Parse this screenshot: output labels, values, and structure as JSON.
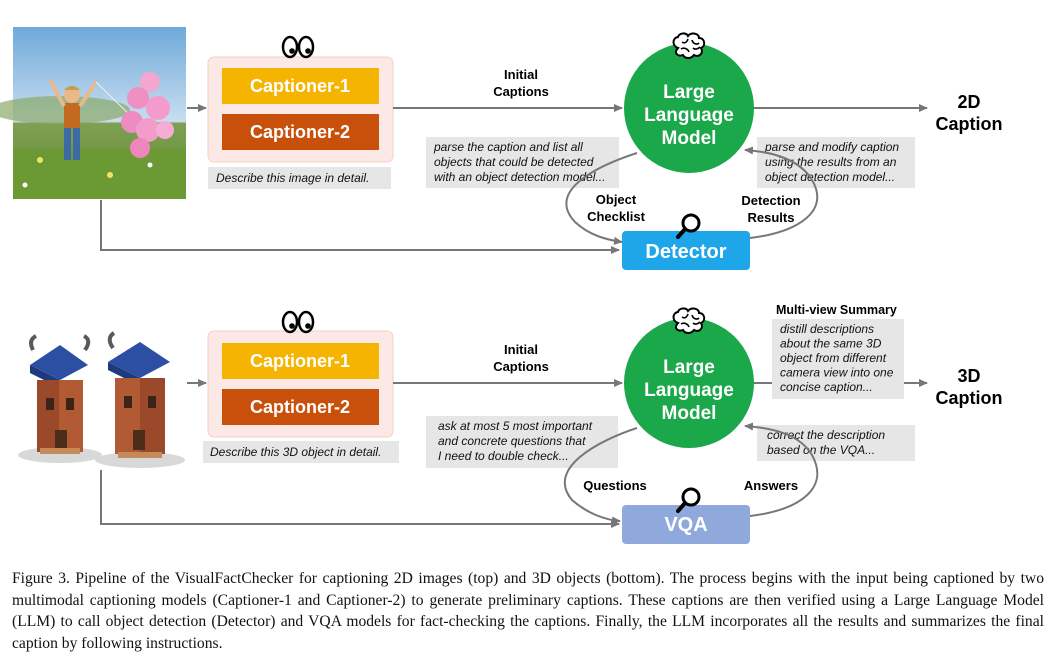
{
  "top": {
    "captioner_1": "Captioner-1",
    "captioner_2": "Captioner-2",
    "prompt": "Describe this image in detail.",
    "initial_captions_1": "Initial",
    "initial_captions_2": "Captions",
    "llm_1": "Large",
    "llm_2": "Language",
    "llm_3": "Model",
    "output_1": "2D",
    "output_2": "Caption",
    "note_left_1": "parse the caption and list all",
    "note_left_2": "objects that could  be detected",
    "note_left_3": "with an object detection model...",
    "note_right_1": "parse and modify caption",
    "note_right_2": "using the results from an",
    "note_right_3": "object detection model...",
    "arc_left_1": "Object",
    "arc_left_2": "Checklist",
    "arc_right_1": "Detection",
    "arc_right_2": "Results",
    "tool": "Detector"
  },
  "bottom": {
    "captioner_1": "Captioner-1",
    "captioner_2": "Captioner-2",
    "prompt": "Describe this 3D object in detail.",
    "initial_captions_1": "Initial",
    "initial_captions_2": "Captions",
    "llm_1": "Large",
    "llm_2": "Language",
    "llm_3": "Model",
    "output_1": "3D",
    "output_2": "Caption",
    "summary_title": "Multi-view Summary",
    "summary_1": "distill descriptions",
    "summary_2": "about the same 3D",
    "summary_3": "object from different",
    "summary_4": "camera view into one",
    "summary_5": "concise caption...",
    "note_left_1": "ask at most 5 most important",
    "note_left_2": "and concrete questions that",
    "note_left_3": "I need to double check...",
    "note_right_1": "correct the description",
    "note_right_2": "based on the VQA...",
    "arc_left_1": "Questions",
    "arc_right_1": "Answers",
    "tool": "VQA"
  },
  "colors": {
    "captioner_1": "#f5b400",
    "captioner_2": "#c8500a",
    "captioner_panel": "#fce8e4",
    "llm": "#1aa84a",
    "detector": "#1ea6e8",
    "vqa": "#8fa9dc",
    "note_bg": "#e6e6e6",
    "arrow": "#777777"
  },
  "icons": [
    "eyes-icon",
    "brain-icon",
    "magnifier-icon",
    "child-with-balloons-photo",
    "3d-tower-render"
  ],
  "figure_caption": "Figure 3. Pipeline of the VisualFactChecker for captioning 2D images (top) and 3D objects (bottom). The process begins with the input being captioned by two multimodal captioning models (Captioner-1 and Captioner-2) to generate preliminary captions. These captions are then verified using a Large Language Model (LLM) to call object detection (Detector) and VQA models for fact-checking the captions. Finally, the LLM incorporates all the results and summarizes the final caption by following instructions."
}
